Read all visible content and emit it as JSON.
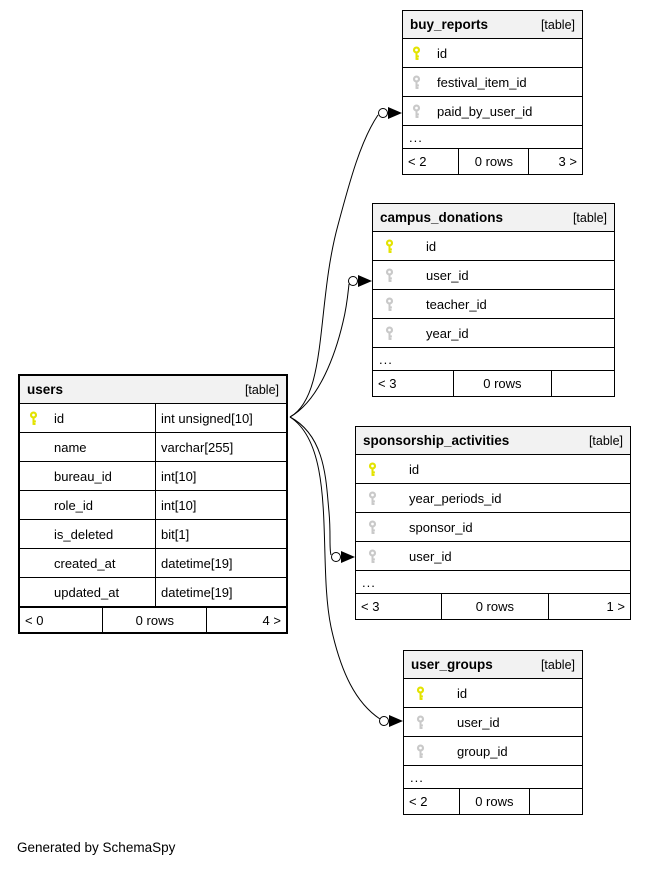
{
  "footer_note": "Generated by SchemaSpy",
  "colors": {
    "primary_key": "#e3e300",
    "foreign_key": "#c9c9c9",
    "header_bg": "#f2f2f2",
    "border": "#000000"
  },
  "tables": [
    {
      "name": "buy_reports",
      "tag": "[table]",
      "ellipsis": "...",
      "columns": [
        {
          "name": "id",
          "key": "pk"
        },
        {
          "name": "festival_item_id",
          "key": "fk"
        },
        {
          "name": "paid_by_user_id",
          "key": "fk"
        }
      ],
      "footer": {
        "left": "< 2",
        "center": "0 rows",
        "right": "3 >"
      }
    },
    {
      "name": "campus_donations",
      "tag": "[table]",
      "ellipsis": "...",
      "columns": [
        {
          "name": "id",
          "key": "pk"
        },
        {
          "name": "user_id",
          "key": "fk"
        },
        {
          "name": "teacher_id",
          "key": "fk"
        },
        {
          "name": "year_id",
          "key": "fk"
        }
      ],
      "footer": {
        "left": "< 3",
        "center": "0 rows",
        "right": ""
      }
    },
    {
      "name": "users",
      "tag": "[table]",
      "ellipsis": "",
      "columns": [
        {
          "name": "id",
          "key": "pk",
          "type": "int unsigned[10]"
        },
        {
          "name": "name",
          "key": "",
          "type": "varchar[255]"
        },
        {
          "name": "bureau_id",
          "key": "",
          "type": "int[10]"
        },
        {
          "name": "role_id",
          "key": "",
          "type": "int[10]"
        },
        {
          "name": "is_deleted",
          "key": "",
          "type": "bit[1]"
        },
        {
          "name": "created_at",
          "key": "",
          "type": "datetime[19]"
        },
        {
          "name": "updated_at",
          "key": "",
          "type": "datetime[19]"
        }
      ],
      "footer": {
        "left": "< 0",
        "center": "0 rows",
        "right": "4 >"
      }
    },
    {
      "name": "sponsorship_activities",
      "tag": "[table]",
      "ellipsis": "...",
      "columns": [
        {
          "name": "id",
          "key": "pk"
        },
        {
          "name": "year_periods_id",
          "key": "fk"
        },
        {
          "name": "sponsor_id",
          "key": "fk"
        },
        {
          "name": "user_id",
          "key": "fk"
        }
      ],
      "footer": {
        "left": "< 3",
        "center": "0 rows",
        "right": "1 >"
      }
    },
    {
      "name": "user_groups",
      "tag": "[table]",
      "ellipsis": "...",
      "columns": [
        {
          "name": "id",
          "key": "pk"
        },
        {
          "name": "user_id",
          "key": "fk"
        },
        {
          "name": "group_id",
          "key": "fk"
        }
      ],
      "footer": {
        "left": "< 2",
        "center": "0 rows",
        "right": ""
      }
    }
  ],
  "relationships": [
    {
      "from": "users.id",
      "to": "buy_reports.paid_by_user_id"
    },
    {
      "from": "users.id",
      "to": "campus_donations.user_id"
    },
    {
      "from": "users.id",
      "to": "sponsorship_activities.user_id"
    },
    {
      "from": "users.id",
      "to": "user_groups.user_id"
    }
  ]
}
